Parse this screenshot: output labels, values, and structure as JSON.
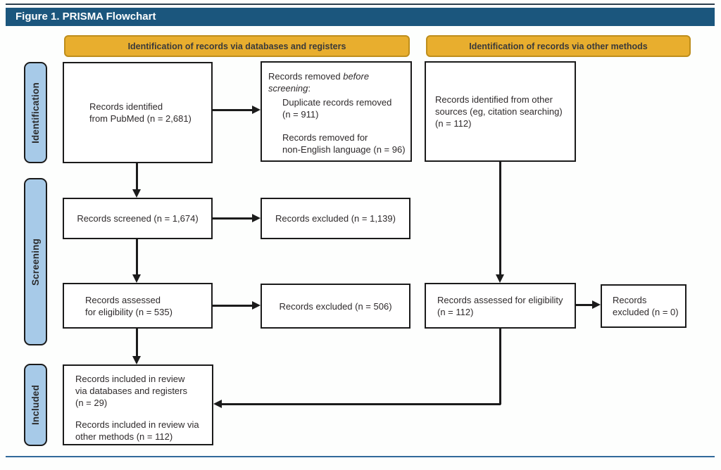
{
  "title_bar": {
    "title": "Figure 1. PRISMA Flowchart"
  },
  "column_headers": {
    "databases": "Identification of records via databases and registers",
    "other_methods": "Identification of records via other methods"
  },
  "stage_labels": {
    "identification": "Identification",
    "screening": "Screening",
    "included": "Included"
  },
  "boxes": {
    "records_identified": {
      "lines": [
        "Records identified",
        "from PubMed (n = 2,681)"
      ]
    },
    "records_removed": {
      "intro_line1_pre": "Records removed ",
      "intro_line1_italic": "before",
      "intro_line2_italic": "screening",
      "intro_line2_post": ":",
      "item1_lines": [
        "Duplicate records removed",
        "(n = 911)"
      ],
      "item2_lines": [
        "Records removed for",
        "non-English language (n = 96)"
      ]
    },
    "other_sources": {
      "lines": [
        "Records identified from other",
        "sources (eg, citation searching)",
        "(n = 112)"
      ]
    },
    "records_screened": {
      "text": "Records screened (n = 1,674)"
    },
    "records_excluded_screening": {
      "text": "Records excluded (n = 1,139)"
    },
    "records_assessed": {
      "lines": [
        "Records assessed",
        "for eligibility (n = 535)"
      ]
    },
    "records_excluded_eligibility": {
      "text": "Records excluded (n = 506)"
    },
    "records_assessed_other": {
      "lines": [
        "Records assessed for eligibility",
        "(n = 112)"
      ]
    },
    "records_excluded_other": {
      "lines": [
        "Records",
        "excluded (n = 0)"
      ]
    },
    "records_included": {
      "para1_lines": [
        "Records included in review",
        "via databases and registers",
        "(n = 29)"
      ],
      "para2_lines": [
        "Records included in review via",
        "other methods (n = 112)"
      ]
    }
  },
  "colors": {
    "title_bar_bg": "#1B567D",
    "title_text": "#FFFFFF",
    "header_band_bg": "#E8AE2E",
    "header_band_border": "#BE8E1C",
    "header_band_text": "#3A3A3A",
    "stage_pill_bg": "#A7CAE8",
    "stage_pill_border": "#1B1B1B",
    "stage_pill_text": "#2B2B2B",
    "box_border": "#1B1B1B",
    "box_text": "#2E2A2B",
    "arrow": "#1B1B1B",
    "top_rule": "#2C3E4C",
    "bottom_rule": "#31699A"
  }
}
